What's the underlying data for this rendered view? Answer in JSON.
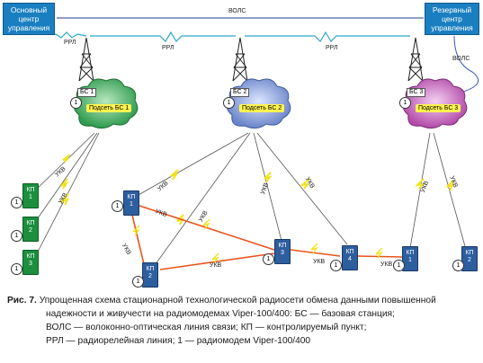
{
  "nodes": {
    "main_center": "Основный центр управления",
    "reserve_center": "Резервный центр управления",
    "bs1": "БС 1",
    "bs2": "БС 2",
    "bs3": "БС 3",
    "sub1": "Подсеть БС 1",
    "sub2": "Подсеть БС 2",
    "sub3": "Подсеть БС 3",
    "kp_label": "КП",
    "kp_nums": [
      "1",
      "2",
      "3",
      "1",
      "2",
      "3",
      "4",
      "1",
      "2"
    ],
    "modem": "1"
  },
  "links": {
    "vols": "ВОЛС",
    "rrl": "РРЛ",
    "ukv": "УКВ",
    "vols_v": "ВОЛС",
    "ukv_mirror": "УКВ"
  },
  "caption": {
    "fig": "Рис. 7.",
    "line1": " Упрощенная схема стационарной технологической радиосети обмена данными повышенной",
    "line2": "надежности и живучести на радиомодемах Viper-100/400: БС — базовая станция;",
    "line3": "ВОЛС — волоконно-оптическая линия связи; КП — контролируемый пункт;",
    "line4": "РРЛ — радиорелейная линия; 1 — радиомодем Viper-100/400"
  },
  "colors": {
    "green": "#1b8f3e",
    "blue": "#2d5e9e",
    "ukv_zigzag": "#f2e21a",
    "orange_link": "#e8541c",
    "vols_line": "#1e3f8a"
  }
}
